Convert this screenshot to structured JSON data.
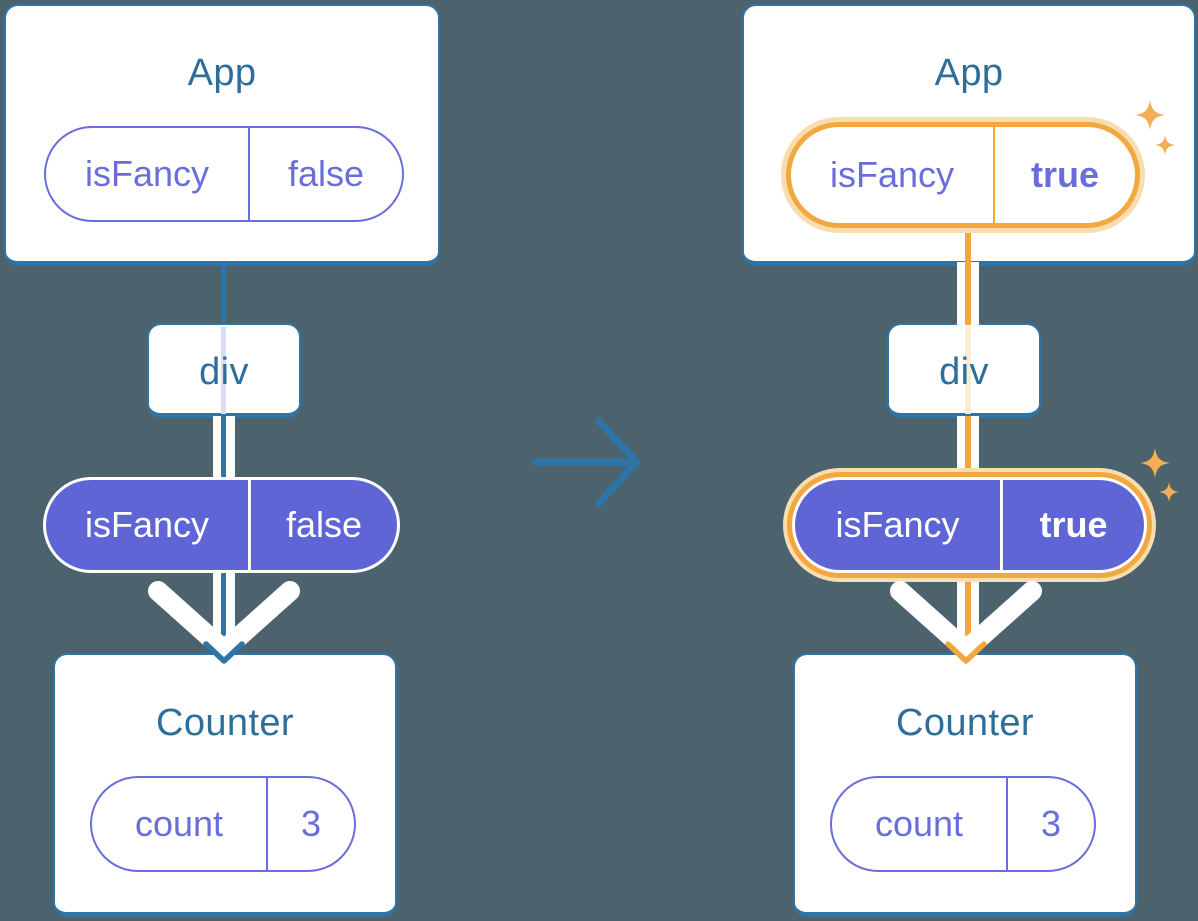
{
  "colors": {
    "background": "#4c636e",
    "card_bg": "#ffffff",
    "card_border": "#2e74a6",
    "title_text": "#2d6f9b",
    "purple_stroke": "#6a6edb",
    "purple_fill": "#6065d6",
    "lavender_line": "#d9def5",
    "blue_line": "#2e74a6",
    "orange": "#f3a73f",
    "orange_glow": "#f8ddb0",
    "cream_line": "#fcecd2",
    "sparkle": "#f2ae55",
    "white_arrow": "#ffffff"
  },
  "center_arrow_icon": "right-arrow",
  "trees": [
    {
      "name": "before",
      "highlighted": false,
      "app": {
        "title": "App",
        "pill": {
          "label": "isFancy",
          "value": "false"
        }
      },
      "middle": {
        "title": "div"
      },
      "flow_pill": {
        "label": "isFancy",
        "value": "false"
      },
      "counter": {
        "title": "Counter",
        "pill": {
          "label": "count",
          "value": "3"
        }
      }
    },
    {
      "name": "after",
      "highlighted": true,
      "app": {
        "title": "App",
        "pill": {
          "label": "isFancy",
          "value": "true"
        }
      },
      "middle": {
        "title": "div"
      },
      "flow_pill": {
        "label": "isFancy",
        "value": "true"
      },
      "counter": {
        "title": "Counter",
        "pill": {
          "label": "count",
          "value": "3"
        }
      }
    }
  ]
}
